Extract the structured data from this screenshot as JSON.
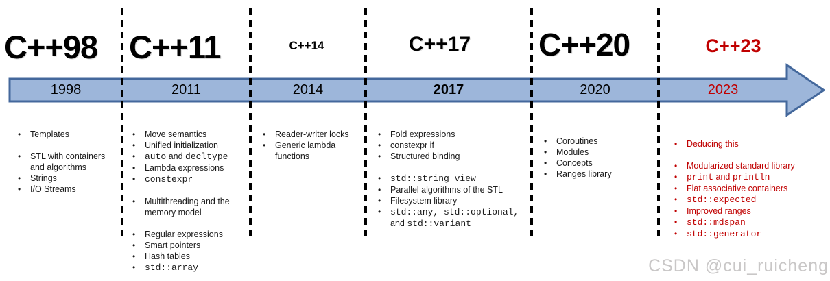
{
  "colors": {
    "arrow_fill": "#9DB6DA",
    "arrow_border": "#44689C",
    "accent_red": "#C00000",
    "dash_black": "#000000",
    "watermark_gray": "#C9C7C7"
  },
  "watermark": "CSDN @cui_ruicheng",
  "sections": [
    {
      "title": "C++98",
      "year": "1998",
      "items": [
        {
          "parts": [
            {
              "t": "Templates"
            }
          ]
        },
        {
          "gap": true,
          "parts": [
            {
              "t": "STL with containers and algorithms"
            }
          ]
        },
        {
          "parts": [
            {
              "t": "Strings"
            }
          ]
        },
        {
          "parts": [
            {
              "t": "I/O Streams"
            }
          ]
        }
      ]
    },
    {
      "title": "C++11",
      "year": "2011",
      "items": [
        {
          "parts": [
            {
              "t": "Move semantics"
            }
          ]
        },
        {
          "parts": [
            {
              "t": "Unified initialization"
            }
          ]
        },
        {
          "parts": [
            {
              "t": "auto",
              "m": true
            },
            {
              "t": " and "
            },
            {
              "t": "decltype",
              "m": true
            }
          ]
        },
        {
          "parts": [
            {
              "t": "Lambda expressions"
            }
          ]
        },
        {
          "parts": [
            {
              "t": "constexpr",
              "m": true
            }
          ]
        },
        {
          "gap": true,
          "parts": [
            {
              "t": "Multithreading and the memory model"
            }
          ]
        },
        {
          "gap": true,
          "parts": [
            {
              "t": "Regular expressions"
            }
          ]
        },
        {
          "parts": [
            {
              "t": "Smart pointers"
            }
          ]
        },
        {
          "parts": [
            {
              "t": "Hash tables"
            }
          ]
        },
        {
          "parts": [
            {
              "t": "std::array",
              "m": true
            }
          ]
        }
      ]
    },
    {
      "title": "C++14",
      "year": "2014",
      "items": [
        {
          "parts": [
            {
              "t": "Reader-writer locks"
            }
          ]
        },
        {
          "parts": [
            {
              "t": "Generic lambda functions"
            }
          ]
        }
      ]
    },
    {
      "title": "C++17",
      "year": "2017",
      "items": [
        {
          "parts": [
            {
              "t": "Fold expressions"
            }
          ]
        },
        {
          "parts": [
            {
              "t": "constexpr if"
            }
          ]
        },
        {
          "parts": [
            {
              "t": "Structured binding"
            }
          ]
        },
        {
          "gap": true,
          "parts": [
            {
              "t": "std::string_view",
              "m": true
            }
          ]
        },
        {
          "parts": [
            {
              "t": "Parallel algorithms of the STL"
            }
          ]
        },
        {
          "parts": [
            {
              "t": "Filesystem library"
            }
          ]
        },
        {
          "parts": [
            {
              "t": "std::any, std::optional,",
              "m": true
            },
            {
              "t": " and "
            },
            {
              "t": "std::variant",
              "m": true
            }
          ]
        }
      ]
    },
    {
      "title": "C++20",
      "year": "2020",
      "items": [
        {
          "parts": [
            {
              "t": "Coroutines"
            }
          ]
        },
        {
          "parts": [
            {
              "t": "Modules"
            }
          ]
        },
        {
          "parts": [
            {
              "t": "Concepts"
            }
          ]
        },
        {
          "parts": [
            {
              "t": "Ranges library"
            }
          ]
        }
      ]
    },
    {
      "title": "C++23",
      "year": "2023",
      "items": [
        {
          "parts": [
            {
              "t": "Deducing this"
            }
          ]
        },
        {
          "gap": true,
          "parts": [
            {
              "t": "Modularized standard library"
            }
          ]
        },
        {
          "parts": [
            {
              "t": "print",
              "m": true
            },
            {
              "t": " and "
            },
            {
              "t": "println",
              "m": true
            }
          ]
        },
        {
          "parts": [
            {
              "t": "Flat associative containers"
            }
          ]
        },
        {
          "parts": [
            {
              "t": "std::expected",
              "m": true
            }
          ]
        },
        {
          "parts": [
            {
              "t": "Improved ranges"
            }
          ]
        },
        {
          "parts": [
            {
              "t": "std::mdspan",
              "m": true
            }
          ]
        },
        {
          "parts": [
            {
              "t": "std::generator",
              "m": true
            }
          ]
        }
      ]
    }
  ]
}
